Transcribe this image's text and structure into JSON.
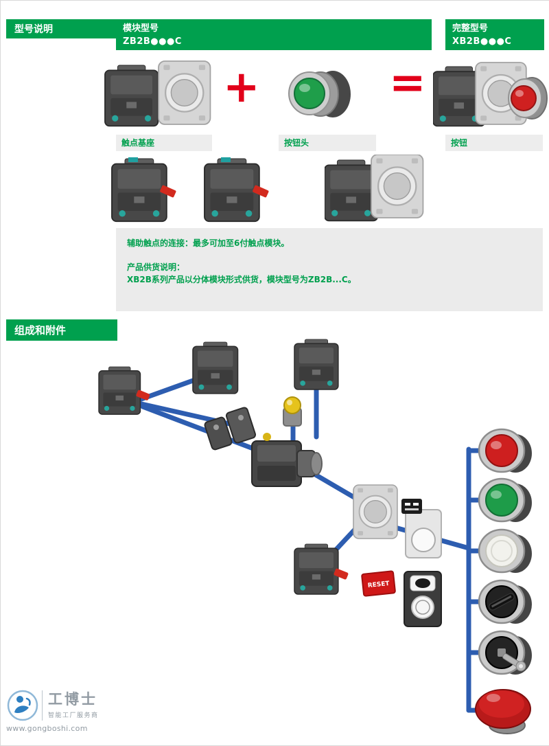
{
  "theme": {
    "accent_green": "#00a04e",
    "accent_red": "#e2001a",
    "harness_blue": "#2d5db0",
    "caption_bg": "#ededed",
    "notes_bg": "#ebebeb"
  },
  "model_section": {
    "title": "型号说明",
    "module_header": {
      "label": "模块型号",
      "code": "ZB2B●●●C"
    },
    "complete_header": {
      "label": "完整型号",
      "code": "XB2B●●●C"
    },
    "plus_sign": "+",
    "equals_sign": "=",
    "captions": {
      "contact_base": "触点基座",
      "button_head": "按钮头",
      "button": "按钮"
    }
  },
  "notes": {
    "aux_label": "辅助触点的连接：",
    "aux_body": "最多可加至6付触点模块。",
    "supply_title": "产品供货说明：",
    "supply_body": "XB2B系列产品以分体模块形式供货，模块型号为ZB2B...C。"
  },
  "composition_section": {
    "title": "组成和附件",
    "reset_label": "RESET"
  },
  "watermark": {
    "brand": "工博士",
    "tagline": "智能工厂服务商",
    "url": "www.gongboshi.com"
  }
}
